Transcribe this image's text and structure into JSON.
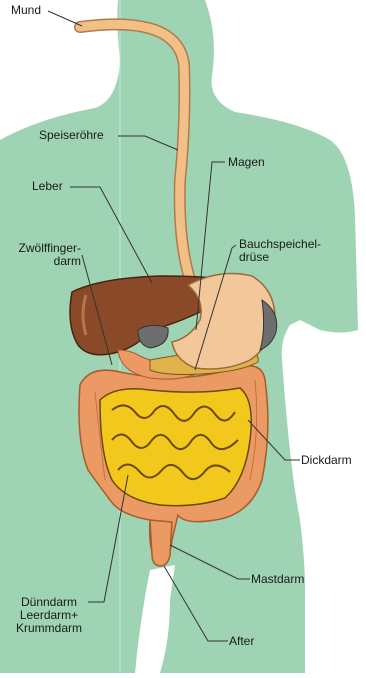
{
  "labels": {
    "mund": "Mund",
    "speiseroehre": "Speiseröhre",
    "magen": "Magen",
    "leber": "Leber",
    "zwoelffinger_1": "Zwölffinger-",
    "zwoelffinger_2": "darm",
    "bauch_1": "Bauchspeichel-",
    "bauch_2": "drüse",
    "dickdarm": "Dickdarm",
    "mastdarm": "Mastdarm",
    "duenn_1": "Dünndarm",
    "duenn_2": "Leerdarm+",
    "duenn_3": "Krummdarm",
    "after": "After"
  },
  "colors": {
    "body": "#9ed3b3",
    "liver": "#8a4a2a",
    "stomach": "#f2c79a",
    "esophagus": "#f2c087",
    "colon": "#eb9a64",
    "small_intestine": "#f2c81c",
    "pancreas": "#e0b24a",
    "gallbladder": "#6e6e6e"
  }
}
